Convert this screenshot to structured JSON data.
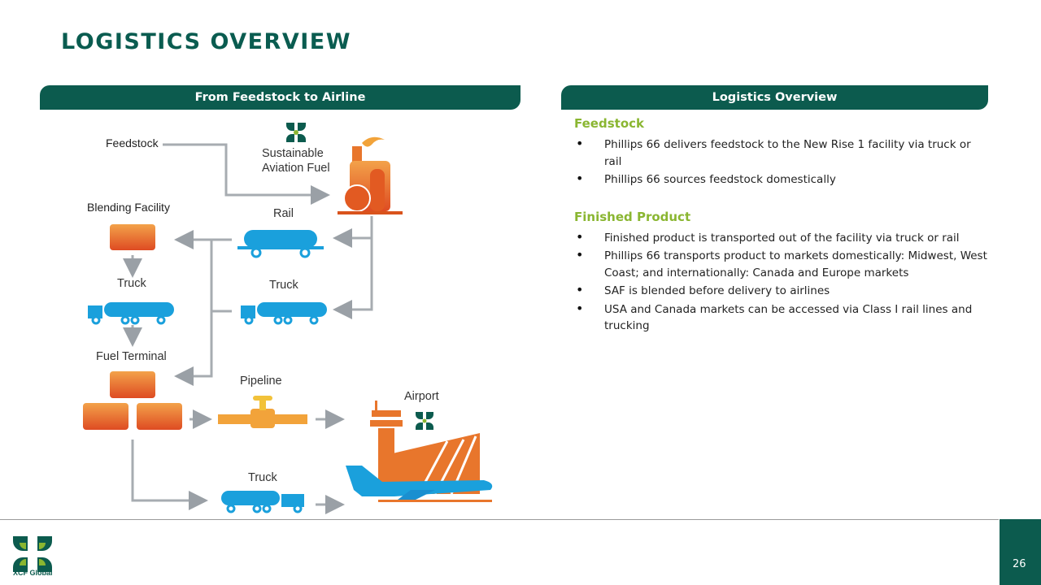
{
  "slide": {
    "title": "LOGISTICS OVERVIEW",
    "page_number": "26"
  },
  "left_banner": "From Feedstock to Airline",
  "right_banner": "Logistics Overview",
  "diagram": {
    "feedstock": "Feedstock",
    "saf_line1": "Sustainable",
    "saf_line2": "Aviation Fuel",
    "blending_facility": "Blending Facility",
    "rail": "Rail",
    "truck_top": "Truck",
    "truck_left": "Truck",
    "fuel_terminal": "Fuel Terminal",
    "pipeline": "Pipeline",
    "airport": "Airport",
    "truck_bottom": "Truck"
  },
  "sections": [
    {
      "title": "Feedstock",
      "bullets": [
        "Phillips 66 delivers feedstock to the New Rise 1 facility via truck or rail",
        "Phillips 66 sources feedstock domestically"
      ]
    },
    {
      "title": "Finished Product",
      "bullets": [
        "Finished product is transported out of the facility via truck or rail",
        "Phillips 66 transports product to markets domestically: Midwest, West Coast; and internationally: Canada and Europe markets",
        "SAF is blended before delivery to airlines",
        "USA and Canada markets can be accessed via Class I rail lines and trucking"
      ]
    }
  ],
  "logo": {
    "name": "XCF Global"
  },
  "colors": {
    "brand_green": "#0c5b4e",
    "accent_lime": "#8ab631",
    "orange": "#e8762c",
    "blue": "#1aa0dc"
  }
}
